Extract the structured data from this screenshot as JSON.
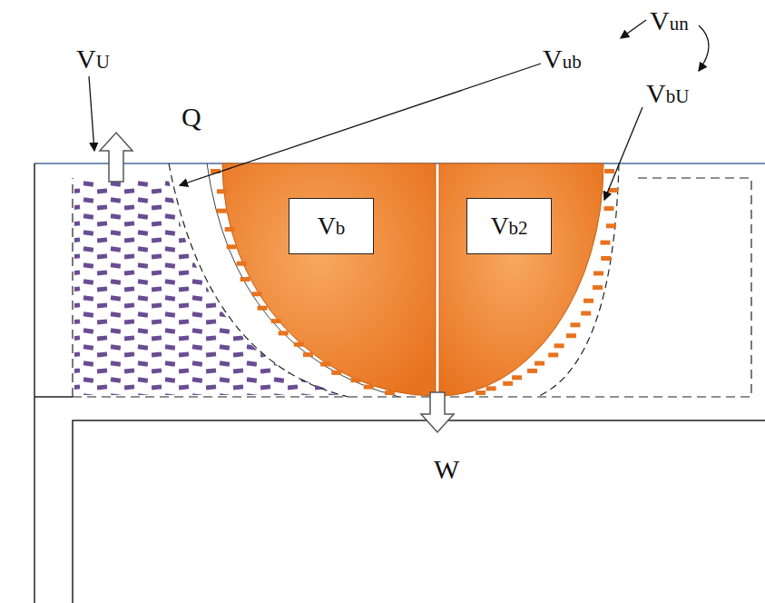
{
  "diagram": {
    "nodes": [
      {
        "text": [
          "Vb"
        ]
      },
      {
        "text": [
          "Vb2"
        ]
      }
    ],
    "labels": [
      "VU",
      "Q",
      "Vub",
      "Vun",
      "VbU",
      "W"
    ]
  }
}
